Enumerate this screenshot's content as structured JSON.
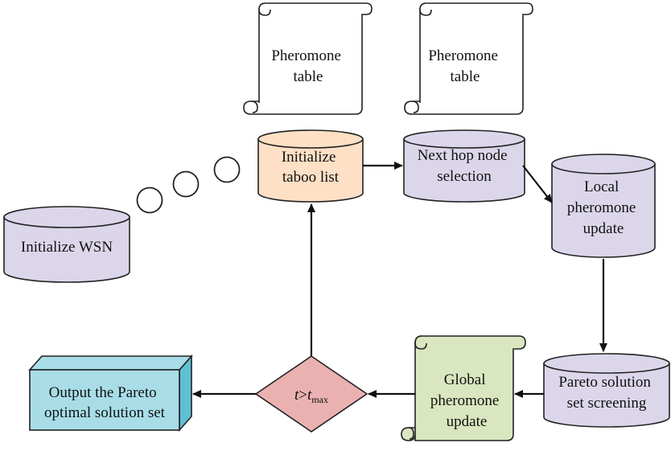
{
  "diagram": {
    "nodes": {
      "pheromone_table_1": {
        "lines": [
          "Pheromone",
          "table"
        ]
      },
      "pheromone_table_2": {
        "lines": [
          "Pheromone",
          "table"
        ]
      },
      "initialize_taboo": {
        "lines": [
          "Initialize",
          "taboo list"
        ],
        "fill": "#fde0c5"
      },
      "next_hop": {
        "lines": [
          "Next hop node",
          "selection"
        ],
        "fill": "#dcd6ea"
      },
      "local_update": {
        "lines": [
          "Local",
          "pheromone",
          "update"
        ],
        "fill": "#dcd6ea"
      },
      "initialize_wsn": {
        "lines": [
          "Initialize WSN"
        ],
        "fill": "#dcd6ea"
      },
      "pareto_screening": {
        "lines": [
          "Pareto solution",
          "set screening"
        ],
        "fill": "#dcd6ea"
      },
      "global_update": {
        "lines": [
          "Global",
          "pheromone",
          "update"
        ],
        "fill": "#d9e6c0"
      },
      "condition": {
        "var": "t",
        "op": ">",
        "var2": "t",
        "subscript": "max",
        "fill": "#ebb1b1"
      },
      "output": {
        "lines": [
          "Output the Pareto",
          "optimal solution set"
        ],
        "fill": "#a8dde8",
        "side_fill": "#5fc0d4"
      }
    },
    "edges": [
      {
        "from": "initialize_taboo",
        "to": "next_hop"
      },
      {
        "from": "next_hop",
        "to": "local_update"
      },
      {
        "from": "local_update",
        "to": "pareto_screening"
      },
      {
        "from": "pareto_screening",
        "to": "global_update"
      },
      {
        "from": "global_update",
        "to": "condition"
      },
      {
        "from": "condition",
        "to": "output"
      },
      {
        "from": "condition",
        "to": "initialize_taboo"
      }
    ]
  }
}
